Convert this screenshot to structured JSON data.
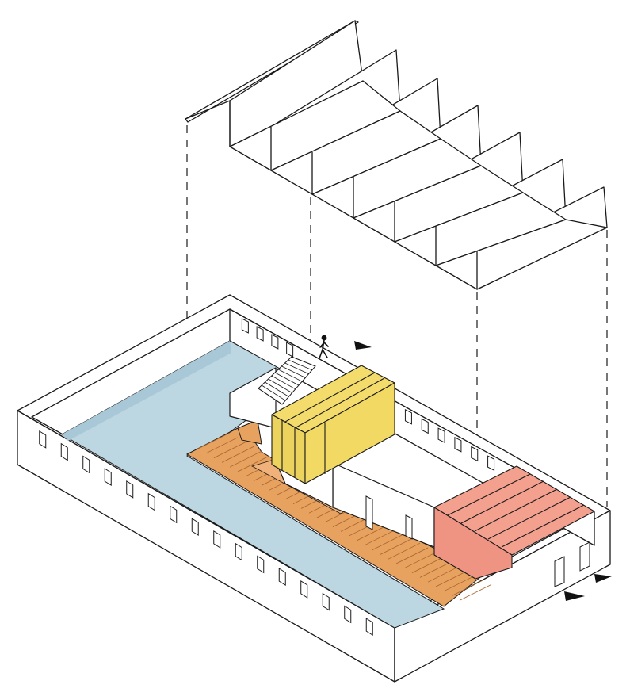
{
  "diagram": {
    "colors": {
      "background": "#ffffff",
      "line": "#1a1a1a",
      "water": "#bcd6e2",
      "deck": "#e7a25f",
      "deck_slat": "#a8642f",
      "yellow_volume": "#f3dc6b",
      "yellow_volume_side": "#e8cf57",
      "red_volume": "#f4a08f",
      "red_volume_side": "#ee9281",
      "wall": "#ffffff"
    },
    "elements": {
      "roof": "sawtooth-roof",
      "building": "building-shell",
      "pool": "pool-water",
      "deck": "wooden-deck",
      "stair": "staircase",
      "yellow_box": "yellow-volume",
      "red_box": "red-volume",
      "person": "person-icon",
      "entry_arrows": [
        "entry-arrow-top",
        "entry-arrow-right-1",
        "entry-arrow-right-2"
      ]
    }
  }
}
